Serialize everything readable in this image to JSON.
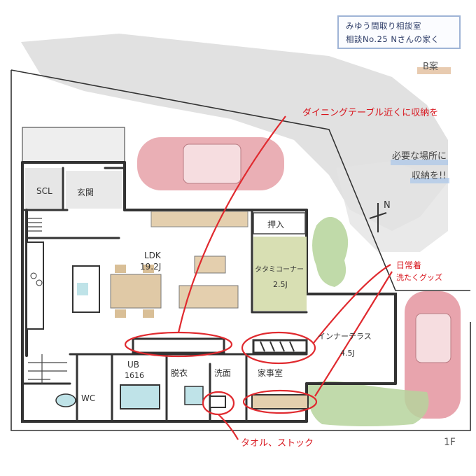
{
  "header": {
    "title_line1": "みゆう間取り相談室",
    "title_line2": "相談No.25 Nさんの家く",
    "plan_name": "B案"
  },
  "annotations": {
    "dining_storage": "ダイニングテーブル近くに収納を",
    "needed_places": "必要な場所に",
    "storage": "収納を!!",
    "daily_use": "日常着",
    "laundry_goods": "洗たくグッズ",
    "towel_stock": "タオル、ストック"
  },
  "rooms": {
    "scl": "SCL",
    "entrance": "玄関",
    "ldk": "LDK",
    "ldk_size": "19.2J",
    "oshiire": "押入",
    "tatami": "タタミコーナー",
    "tatami_size": "2.5J",
    "inner_terrace": "インナーテラス",
    "inner_terrace_size": "4.5J",
    "ub": "UB",
    "ub_size": "1616",
    "datsui": "脱衣",
    "senmen": "洗面",
    "kaji": "家事室",
    "wc": "WC",
    "floor": "1F"
  },
  "compass": {
    "label": "N"
  },
  "colors": {
    "wall": "#333333",
    "road_gray": "#d8d8d8",
    "car_pink": "#e49aa3",
    "furniture_tan": "#e4cfae",
    "tatami_green": "#d8dfb3",
    "tree_green": "#a9c98a",
    "highlight_red": "#e02a2f",
    "title_border": "#9fb4d6",
    "plan_underline": "#e8cbb0"
  }
}
